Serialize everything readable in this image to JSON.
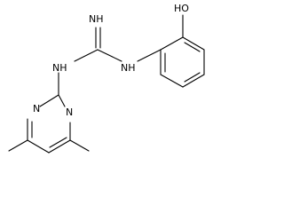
{
  "molecule": {
    "labels": {
      "imine": "NH",
      "amine_left": "NH",
      "amine_right": "NH",
      "hydroxyl": "HO",
      "ring_n_top": "N",
      "ring_n_bottom": "N"
    },
    "colors": {
      "bond": "#000000",
      "text": "#000000",
      "background": "#ffffff"
    }
  }
}
